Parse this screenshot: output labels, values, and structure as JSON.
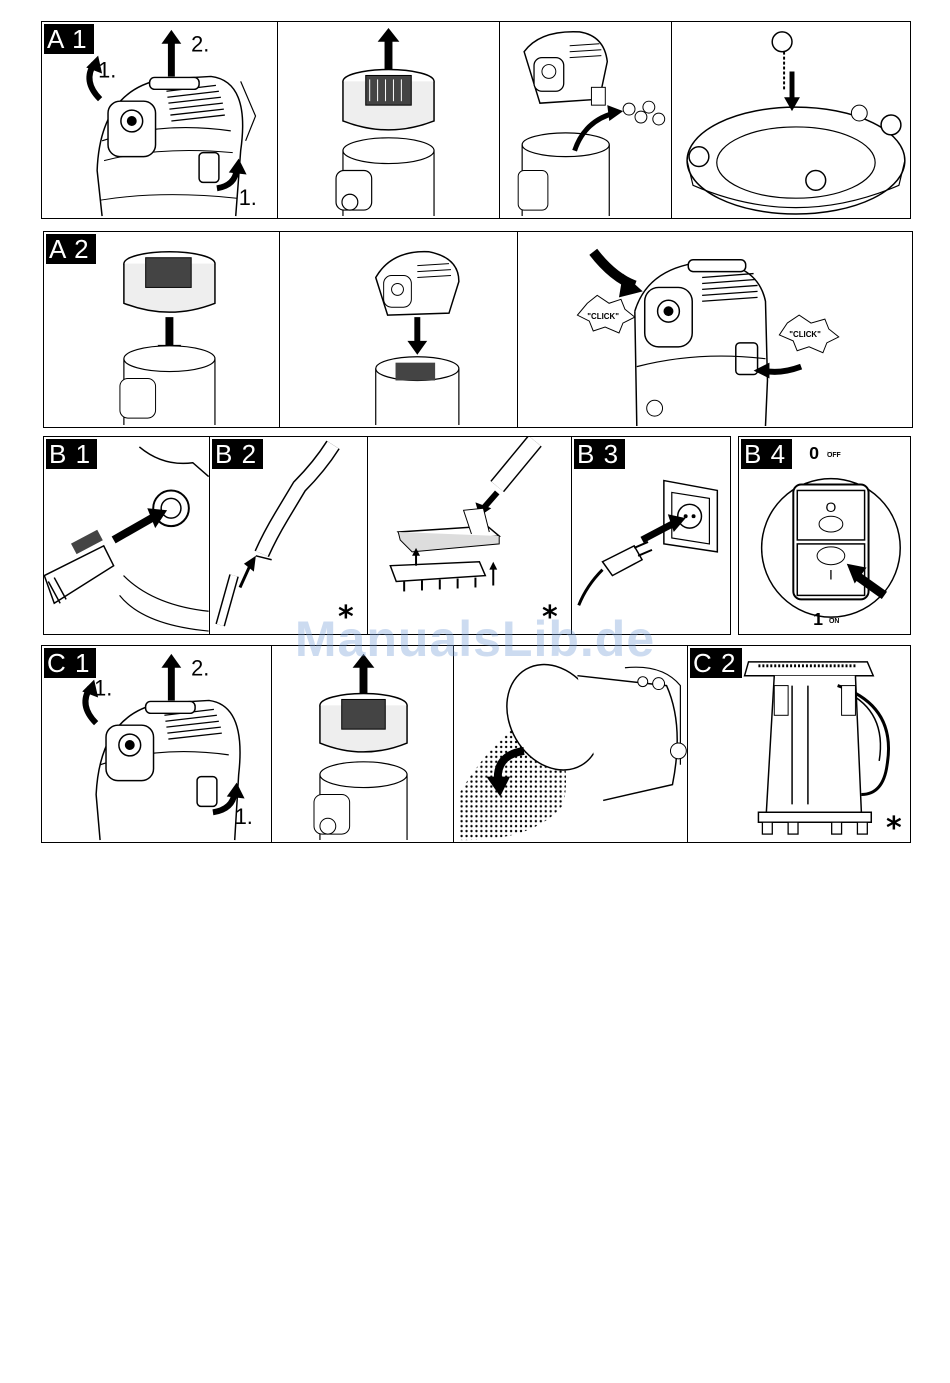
{
  "panels": {
    "a1": {
      "label": "A 1",
      "step_2": "2.",
      "step_1a": "1.",
      "step_1b": "1."
    },
    "a2": {
      "label": "A 2",
      "click_left": "\"CLICK\"",
      "click_right": "\"CLICK\""
    },
    "b1": {
      "label": "B 1"
    },
    "b2": {
      "label": "B 2",
      "optional_mark": "*",
      "optional_mark_2": "*"
    },
    "b3": {
      "label": "B 3"
    },
    "b4": {
      "label": "B 4",
      "off_number": "0",
      "off_text": "OFF",
      "on_number": "1",
      "on_text": "ON",
      "rocker_top": "O",
      "rocker_bottom": "I"
    },
    "c1": {
      "label": "C 1",
      "step_2": "2.",
      "step_1a": "1.",
      "step_1b": "1."
    },
    "c2": {
      "label": "C 2",
      "optional_mark": "*"
    }
  },
  "watermark": "ManualsLib.de"
}
